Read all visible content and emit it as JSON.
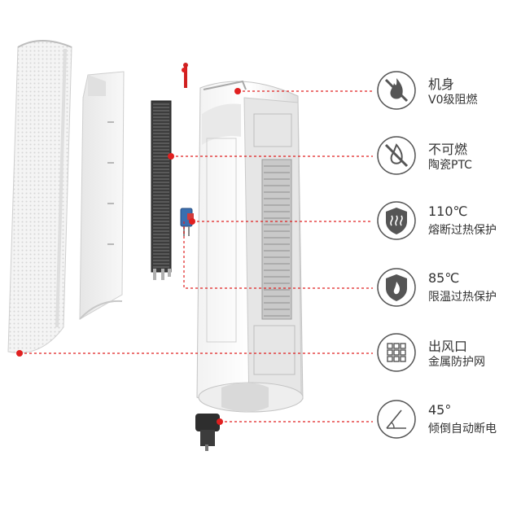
{
  "colors": {
    "accent": "#e02020",
    "icon_stroke": "#555555",
    "text": "#333333"
  },
  "features": [
    {
      "icon": "flame-retardant-icon",
      "line1": "机身",
      "line2": "V0级阻燃"
    },
    {
      "icon": "non-flammable-ptc-icon",
      "line1": "不可燃",
      "line2": "陶瓷PTC"
    },
    {
      "icon": "heat-fuse-icon",
      "line1": "110℃",
      "line2": "熔断过热保护"
    },
    {
      "icon": "temperature-limit-icon",
      "line1": "85℃",
      "line2": "限温过热保护"
    },
    {
      "icon": "metal-mesh-icon",
      "line1": "出风口",
      "line2": "金属防护网"
    },
    {
      "icon": "tilt-angle-icon",
      "line1": "45°",
      "line2": "倾倒自动断电"
    }
  ]
}
